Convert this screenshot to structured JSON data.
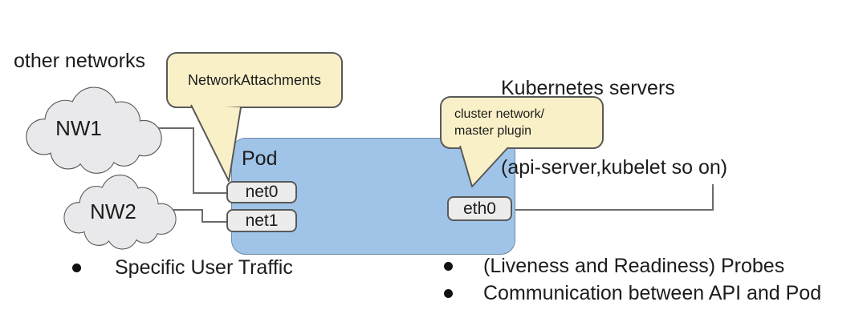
{
  "headings": {
    "other_networks": "other networks",
    "kubernetes_servers": [
      "Kubernetes servers",
      "(api-server,kubelet so on)"
    ]
  },
  "clouds": [
    {
      "label": "NW1"
    },
    {
      "label": "NW2"
    }
  ],
  "pod": {
    "label": "Pod"
  },
  "interfaces": {
    "net0": "net0",
    "net1": "net1",
    "eth0": "eth0"
  },
  "callouts": {
    "network_attachments": "NetworkAttachments",
    "cluster_network": [
      "cluster network/",
      "master plugin"
    ]
  },
  "bullets": {
    "left": [
      "Specific User Traffic"
    ],
    "right": [
      "(Liveness and Readiness) Probes",
      "Communication between API and Pod"
    ]
  },
  "colors": {
    "pod_fill": "#a0c4e8",
    "pod_border": "#6e8aa5",
    "callout_fill": "#faf0c8",
    "outline": "#595959",
    "cloud_fill": "#e9e9eb",
    "interface_fill": "#ececec",
    "connector": "#6b6b6b",
    "text": "#1c1c1c",
    "background": "#ffffff"
  }
}
